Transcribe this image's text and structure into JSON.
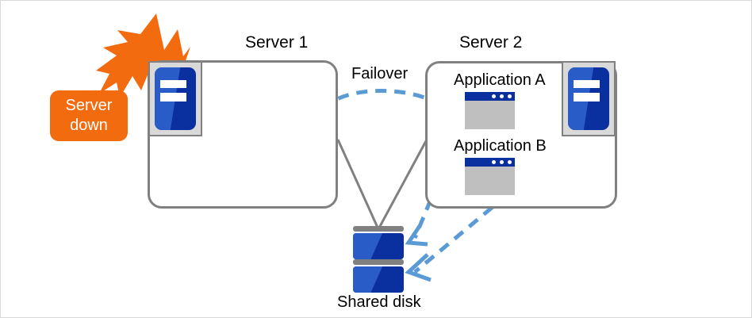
{
  "diagram": {
    "type": "failover-cluster-diagram",
    "servers": [
      {
        "id": "server1",
        "title": "Server 1",
        "status": "down",
        "applications": []
      },
      {
        "id": "server2",
        "title": "Server 2",
        "status": "active",
        "applications": [
          {
            "label": "Application  A"
          },
          {
            "label": "Application  B"
          }
        ]
      }
    ],
    "alert": {
      "line1": "Server",
      "line2": "down"
    },
    "failover": {
      "label": "Failover"
    },
    "storage": {
      "label": "Shared disk"
    },
    "colors": {
      "alert_orange": "#f26b0f",
      "box_gray": "#808080",
      "arrow_blue": "#5b9bd5",
      "icon_blue_light": "#2a5cc8",
      "icon_blue_dark": "#0a2f9e",
      "window_gray": "#bfbfbf",
      "frame_gray": "#d9d9d9"
    }
  }
}
